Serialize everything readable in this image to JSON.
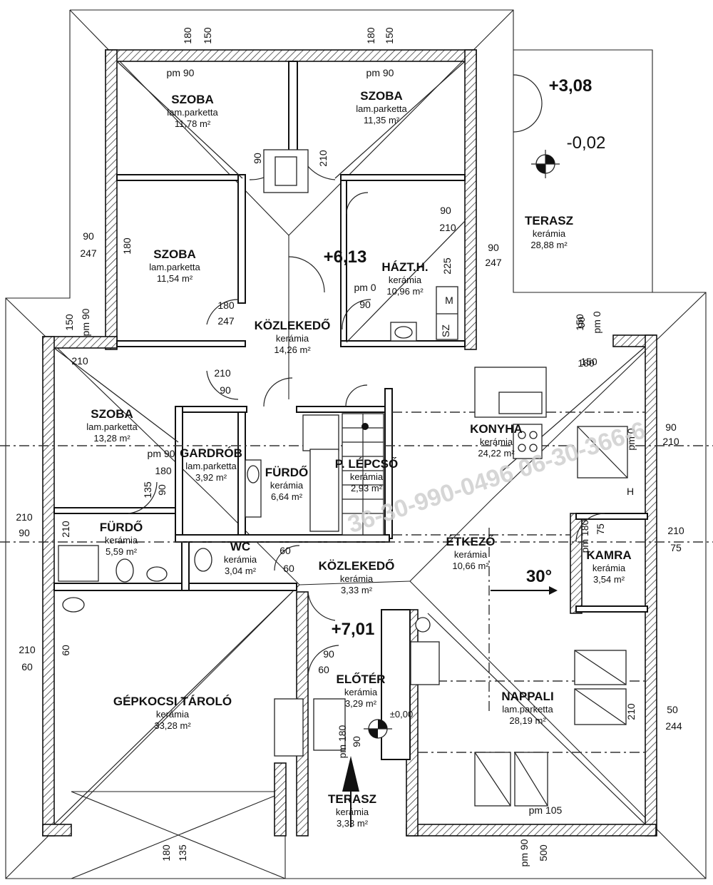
{
  "rooms": [
    {
      "id": "szoba1",
      "name": "SZOBA",
      "material": "lam.parketta",
      "area": "11,78 m²"
    },
    {
      "id": "szoba2",
      "name": "SZOBA",
      "material": "lam.parketta",
      "area": "11,35 m²"
    },
    {
      "id": "szoba3",
      "name": "SZOBA",
      "material": "lam.parketta",
      "area": "11,54 m²"
    },
    {
      "id": "haztart",
      "name": "HÁZT.H.",
      "material": "kerámia",
      "area": "10,96 m²"
    },
    {
      "id": "terasz1",
      "name": "TERASZ",
      "material": "kerámia",
      "area": "28,88 m²"
    },
    {
      "id": "kozl1",
      "name": "KÖZLEKEDŐ",
      "material": "kerámia",
      "area": "14,26 m²"
    },
    {
      "id": "szoba4",
      "name": "SZOBA",
      "material": "lam.parketta",
      "area": "13,28 m²"
    },
    {
      "id": "gardrob",
      "name": "GARDRÓB",
      "material": "lam.parketta",
      "area": "3,92 m²"
    },
    {
      "id": "furdo1",
      "name": "FÜRDŐ",
      "material": "kerámia",
      "area": "6,64 m²"
    },
    {
      "id": "lepcso",
      "name": "P. LÉPCSŐ",
      "material": "kerámia",
      "area": "2,93 m²"
    },
    {
      "id": "konyha",
      "name": "KONYHA",
      "material": "kerámia",
      "area": "24,22 m²"
    },
    {
      "id": "furdo2",
      "name": "FÜRDŐ",
      "material": "kerámia",
      "area": "5,59 m²"
    },
    {
      "id": "wc",
      "name": "WC",
      "material": "kerámia",
      "area": "3,04 m²"
    },
    {
      "id": "kozl2",
      "name": "KÖZLEKEDŐ",
      "material": "kerámia",
      "area": "3,33 m²"
    },
    {
      "id": "etkezo",
      "name": "ÉTKEZŐ",
      "material": "kerámia",
      "area": "10,66 m²"
    },
    {
      "id": "kamra",
      "name": "KAMRA",
      "material": "kerámia",
      "area": "3,54 m²"
    },
    {
      "id": "garazs",
      "name": "GÉPKOCSI TÁROLÓ",
      "material": "kerámia",
      "area": "33,28 m²"
    },
    {
      "id": "eloter",
      "name": "ELŐTÉR",
      "material": "kerámia",
      "area": "3,29 m²"
    },
    {
      "id": "nappali",
      "name": "NAPPALI",
      "material": "lam.parketta",
      "area": "28,19 m²"
    },
    {
      "id": "terasz2",
      "name": "TERASZ",
      "material": "kerámia",
      "area": "3,33 m²"
    }
  ],
  "levels": {
    "terrace_top": "+3,08",
    "terrace_floor": "-0,02",
    "ridge_upper": "+6,13",
    "ridge_lower": "+7,01",
    "entrance": "±0,00"
  },
  "roof_pitch": "30°",
  "dimensions": [
    "180",
    "150",
    "180",
    "150",
    "pm 90",
    "pm 90",
    "90",
    "210",
    "90",
    "210",
    "90",
    "247",
    "90",
    "247",
    "180",
    "150",
    "pm 90",
    "90",
    "150",
    "180",
    "247",
    "pm 0",
    "90",
    "210",
    "90",
    "210",
    "90",
    "210",
    "pm 90",
    "180",
    "135",
    "90",
    "210",
    "90",
    "210",
    "60",
    "60",
    "pm 180",
    "75",
    "210",
    "75",
    "210",
    "60",
    "60",
    "90",
    "60",
    "pm 180",
    "90",
    "210",
    "50",
    "244",
    "pm 105",
    "180",
    "135",
    "pm 90",
    "500",
    "225",
    "180",
    "150",
    "pm 0",
    "pm 0",
    "180",
    "247",
    "pm 105"
  ],
  "fixture_labels": {
    "m": "M",
    "sz": "SZ",
    "h": "H"
  },
  "watermark": "36-30-990-0496 06-30-366-6"
}
